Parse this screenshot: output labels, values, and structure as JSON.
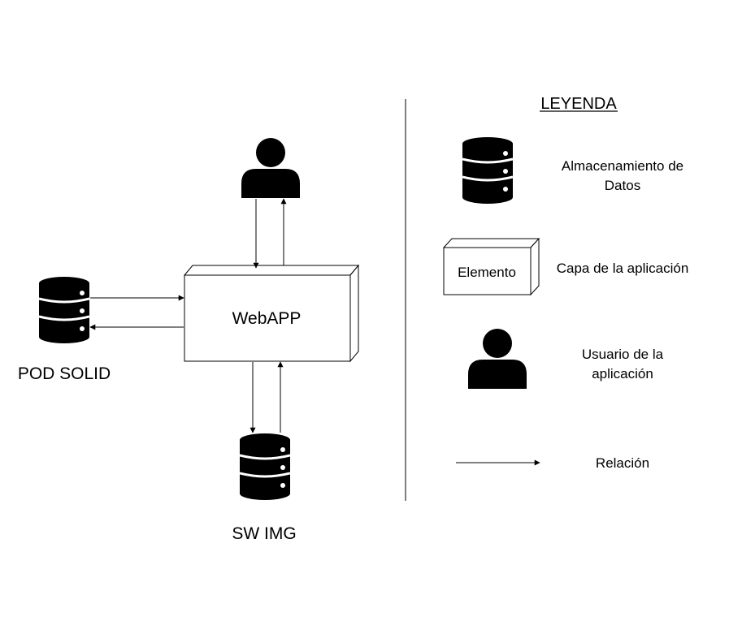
{
  "nodes": {
    "webapp": "WebAPP",
    "pod": "POD SOLID",
    "swimg": "SW IMG"
  },
  "legend": {
    "title": "LEYENDA",
    "storage": {
      "line1": "Almacenamiento de",
      "line2": "Datos"
    },
    "layer": {
      "box_label": "Elemento",
      "text": "Capa de la aplicación"
    },
    "user": {
      "line1": "Usuario de la",
      "line2": "aplicación"
    },
    "relation": "Relación"
  },
  "icons": {
    "storage": "database-icon",
    "user": "user-icon",
    "relation": "arrow-right-icon"
  },
  "colors": {
    "ink": "#000000",
    "background": "#ffffff"
  }
}
